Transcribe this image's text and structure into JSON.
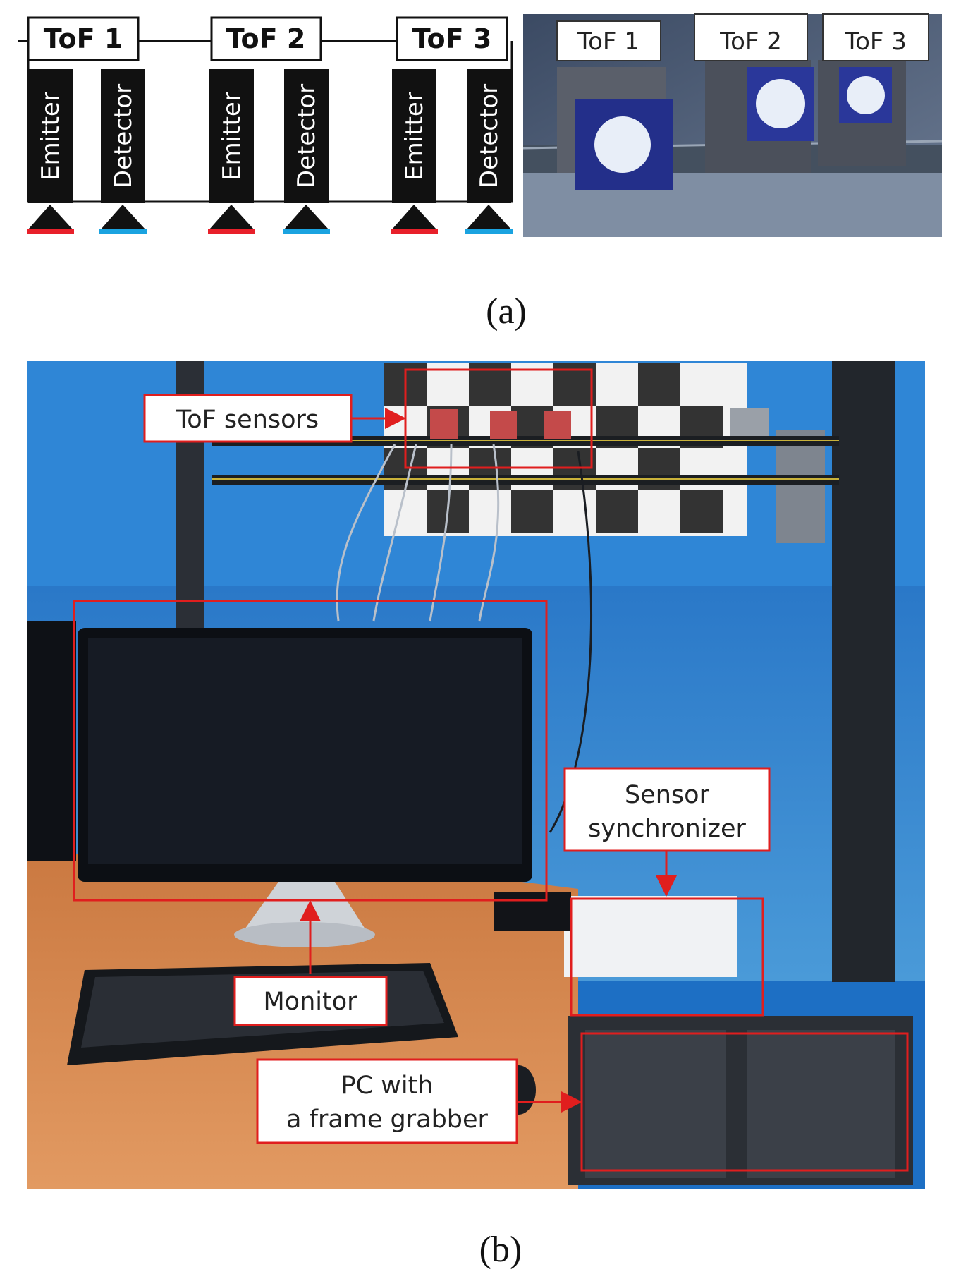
{
  "panel_a": {
    "diagram": {
      "sensors": [
        {
          "name": "ToF 1",
          "emitter": "Emitter",
          "detector": "Detector"
        },
        {
          "name": "ToF 2",
          "emitter": "Emitter",
          "detector": "Detector"
        },
        {
          "name": "ToF 3",
          "emitter": "Emitter",
          "detector": "Detector"
        }
      ],
      "emitter_marker_color": "#e8202a",
      "detector_marker_color": "#1aa3e0"
    },
    "photo_labels": [
      "ToF 1",
      "ToF 2",
      "ToF 3"
    ],
    "caption": "(a)"
  },
  "panel_b": {
    "callouts": {
      "tof_sensors": "ToF sensors",
      "sensor_sync_line1": "Sensor",
      "sensor_sync_line2": "synchronizer",
      "monitor": "Monitor",
      "pc_line1": "PC with",
      "pc_line2": "a frame grabber"
    },
    "highlight_color": "#e01e1e",
    "caption": "(b)"
  }
}
